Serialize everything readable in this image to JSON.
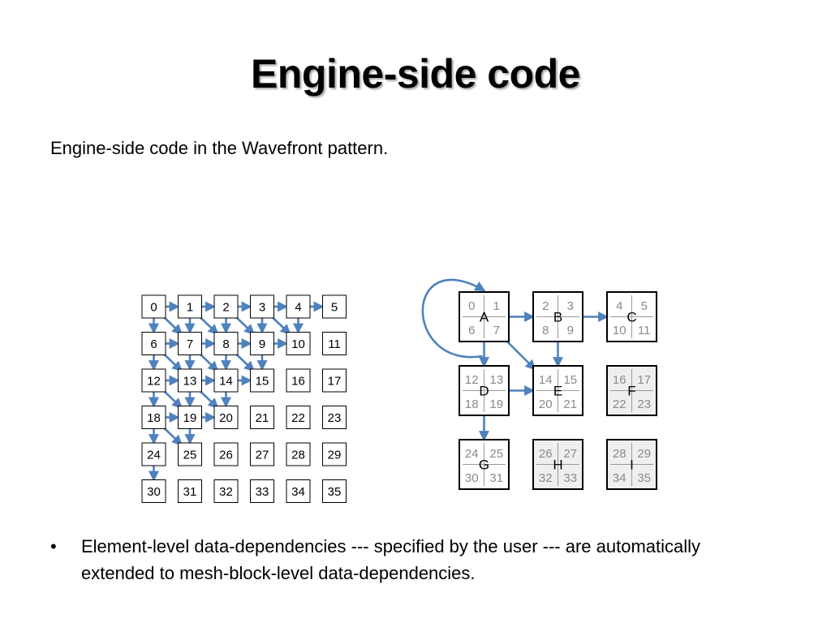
{
  "slide": {
    "title": "Engine-side code",
    "subtitle": "Engine-side code in the Wavefront pattern.",
    "bullets": [
      {
        "marker": "•",
        "text": "Element-level data-dependencies --- specified by the user --- are automatically extended to mesh-block-level data-dependencies."
      }
    ]
  },
  "diagram": {
    "colors": {
      "arrow": "#4f81bd",
      "border": "#000000",
      "shaded_fill": "#efefef",
      "block_number": "#8a8a8a"
    },
    "element_grid": {
      "labels": [
        "0",
        "1",
        "2",
        "3",
        "4",
        "5",
        "6",
        "7",
        "8",
        "9",
        "10",
        "11",
        "12",
        "13",
        "14",
        "15",
        "16",
        "17",
        "18",
        "19",
        "20",
        "21",
        "22",
        "23",
        "24",
        "25",
        "26",
        "27",
        "28",
        "29",
        "30",
        "31",
        "32",
        "33",
        "34",
        "35"
      ],
      "dependencies": [
        [
          0,
          1
        ],
        [
          1,
          2
        ],
        [
          2,
          3
        ],
        [
          3,
          4
        ],
        [
          4,
          5
        ],
        [
          0,
          6
        ],
        [
          1,
          7
        ],
        [
          2,
          8
        ],
        [
          3,
          9
        ],
        [
          4,
          10
        ],
        [
          0,
          7
        ],
        [
          1,
          8
        ],
        [
          2,
          9
        ],
        [
          3,
          10
        ],
        [
          6,
          7
        ],
        [
          7,
          8
        ],
        [
          8,
          9
        ],
        [
          9,
          10
        ],
        [
          6,
          12
        ],
        [
          7,
          13
        ],
        [
          8,
          14
        ],
        [
          9,
          15
        ],
        [
          6,
          13
        ],
        [
          7,
          14
        ],
        [
          8,
          15
        ],
        [
          12,
          13
        ],
        [
          13,
          14
        ],
        [
          14,
          15
        ],
        [
          12,
          18
        ],
        [
          13,
          19
        ],
        [
          14,
          20
        ],
        [
          12,
          19
        ],
        [
          13,
          20
        ],
        [
          18,
          19
        ],
        [
          19,
          20
        ],
        [
          18,
          24
        ],
        [
          19,
          25
        ],
        [
          18,
          25
        ],
        [
          24,
          30
        ]
      ]
    },
    "mesh_blocks": {
      "blocks": [
        {
          "label": "A",
          "numbers": [
            "0",
            "1",
            "6",
            "7"
          ],
          "shaded": false
        },
        {
          "label": "B",
          "numbers": [
            "2",
            "3",
            "8",
            "9"
          ],
          "shaded": false
        },
        {
          "label": "C",
          "numbers": [
            "4",
            "5",
            "10",
            "11"
          ],
          "shaded": false
        },
        {
          "label": "D",
          "numbers": [
            "12",
            "13",
            "18",
            "19"
          ],
          "shaded": false
        },
        {
          "label": "E",
          "numbers": [
            "14",
            "15",
            "20",
            "21"
          ],
          "shaded": false
        },
        {
          "label": "F",
          "numbers": [
            "16",
            "17",
            "22",
            "23"
          ],
          "shaded": true
        },
        {
          "label": "G",
          "numbers": [
            "24",
            "25",
            "30",
            "31"
          ],
          "shaded": false
        },
        {
          "label": "H",
          "numbers": [
            "26",
            "27",
            "32",
            "33"
          ],
          "shaded": true
        },
        {
          "label": "I",
          "numbers": [
            "28",
            "29",
            "34",
            "35"
          ],
          "shaded": true
        }
      ],
      "dependencies": [
        [
          0,
          0
        ],
        [
          0,
          1
        ],
        [
          1,
          2
        ],
        [
          0,
          3
        ],
        [
          0,
          4
        ],
        [
          1,
          4
        ],
        [
          3,
          4
        ],
        [
          3,
          6
        ]
      ]
    }
  }
}
